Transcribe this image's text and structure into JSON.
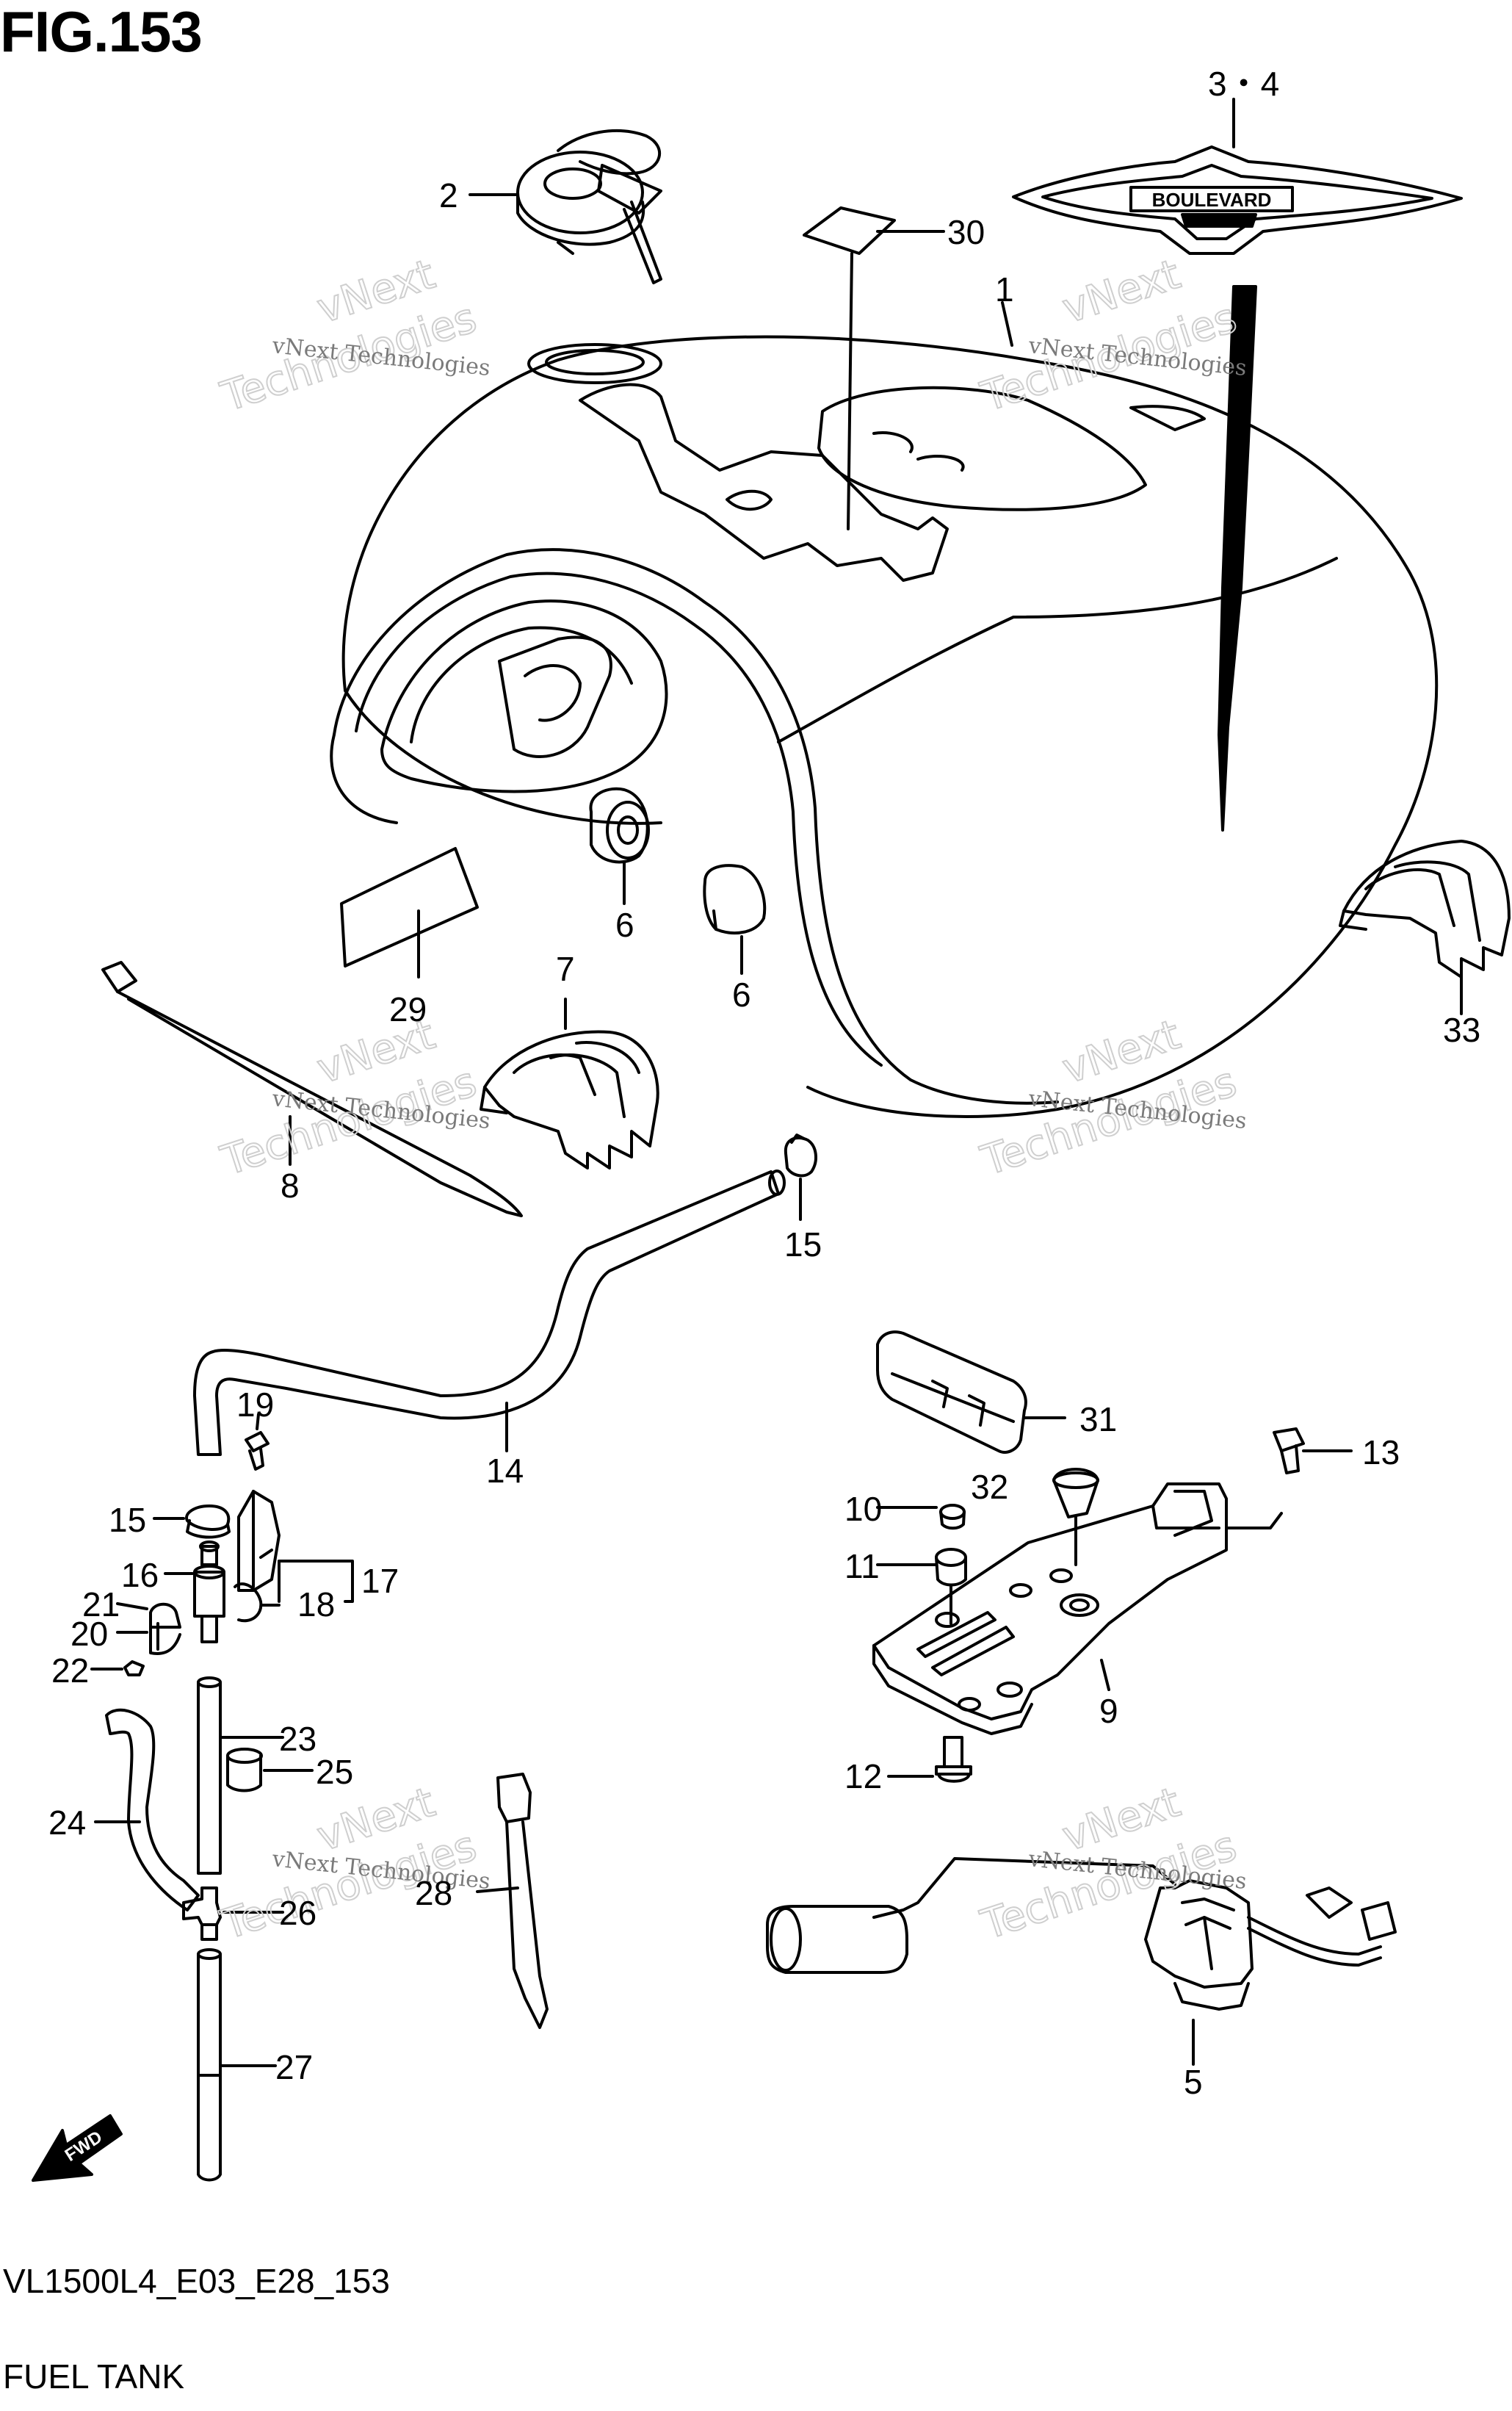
{
  "figure": {
    "title": "FIG.153",
    "code": "VL1500L4_E03_E28_153",
    "name": "FUEL TANK"
  },
  "emblem_text": "BOULEVARD",
  "fwd_label": "FWD",
  "watermark": {
    "line1": "vNext Technologies",
    "big_a": "vNext",
    "big_b": "Technologies"
  },
  "callouts": {
    "c1": "1",
    "c2": "2",
    "c34": "3・4",
    "c5": "5",
    "c6a": "6",
    "c6b": "6",
    "c7": "7",
    "c8": "8",
    "c9": "9",
    "c10": "10",
    "c11": "11",
    "c12": "12",
    "c13": "13",
    "c14": "14",
    "c15a": "15",
    "c15b": "15",
    "c16": "16",
    "c17": "17",
    "c18": "18",
    "c19": "19",
    "c20": "20",
    "c21": "21",
    "c22": "22",
    "c23": "23",
    "c24": "24",
    "c25": "25",
    "c26": "26",
    "c27": "27",
    "c28": "28",
    "c29": "29",
    "c30": "30",
    "c31": "31",
    "c32": "32",
    "c33": "33"
  }
}
